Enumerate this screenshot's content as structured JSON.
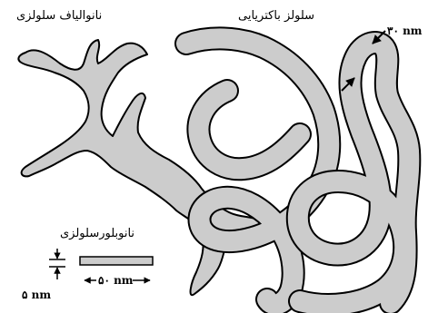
{
  "labels": {
    "nanofiber": "نانوالیاف سلولزی",
    "bacterial": "سلولز باکتریایی",
    "nanocrystal": "نانوبلورسلولزی"
  },
  "dimensions": {
    "bacterial_thickness": "۳۰ nm",
    "crystal_length": "۵۰ nm",
    "crystal_thickness": "۵ nm"
  },
  "colors": {
    "fill": "#cccccc",
    "stroke": "#000000"
  }
}
